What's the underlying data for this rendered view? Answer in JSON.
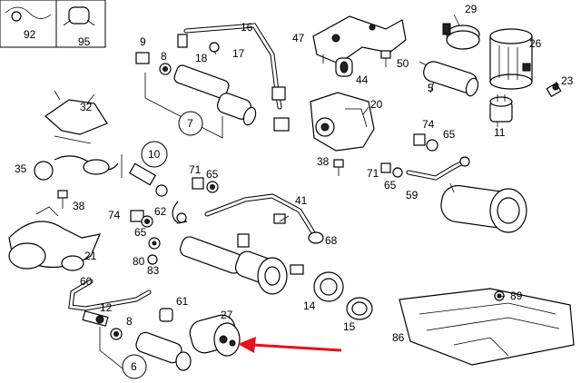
{
  "legend_boxes": [
    {
      "label": "92"
    },
    {
      "label": "95"
    }
  ],
  "callouts": [
    {
      "id": "c29",
      "label": "29"
    },
    {
      "id": "c26",
      "label": "26"
    },
    {
      "id": "c23",
      "label": "23"
    },
    {
      "id": "c5",
      "label": "5"
    },
    {
      "id": "c11",
      "label": "11"
    },
    {
      "id": "c47",
      "label": "47"
    },
    {
      "id": "c44",
      "label": "44"
    },
    {
      "id": "c50",
      "label": "50"
    },
    {
      "id": "c20",
      "label": "20"
    },
    {
      "id": "c16",
      "label": "16"
    },
    {
      "id": "c9",
      "label": "9"
    },
    {
      "id": "c8a",
      "label": "8"
    },
    {
      "id": "c18",
      "label": "18"
    },
    {
      "id": "c17",
      "label": "17"
    },
    {
      "id": "c7",
      "label": "7"
    },
    {
      "id": "c32",
      "label": "32"
    },
    {
      "id": "c35",
      "label": "35"
    },
    {
      "id": "c38a",
      "label": "38"
    },
    {
      "id": "c21",
      "label": "21"
    },
    {
      "id": "c10",
      "label": "10"
    },
    {
      "id": "c71a",
      "label": "71"
    },
    {
      "id": "c65a",
      "label": "65"
    },
    {
      "id": "c74a",
      "label": "74"
    },
    {
      "id": "c62",
      "label": "62"
    },
    {
      "id": "c65b",
      "label": "65"
    },
    {
      "id": "c80",
      "label": "80"
    },
    {
      "id": "c83",
      "label": "83"
    },
    {
      "id": "c41",
      "label": "41"
    },
    {
      "id": "c68",
      "label": "68"
    },
    {
      "id": "c38b",
      "label": "38"
    },
    {
      "id": "c71b",
      "label": "71"
    },
    {
      "id": "c65c",
      "label": "65"
    },
    {
      "id": "c59",
      "label": "59"
    },
    {
      "id": "c74b",
      "label": "74"
    },
    {
      "id": "c65d",
      "label": "65"
    },
    {
      "id": "c60",
      "label": "60"
    },
    {
      "id": "c12",
      "label": "12"
    },
    {
      "id": "c61",
      "label": "61"
    },
    {
      "id": "c8b",
      "label": "8"
    },
    {
      "id": "c6",
      "label": "6"
    },
    {
      "id": "c27",
      "label": "27"
    },
    {
      "id": "c14",
      "label": "14"
    },
    {
      "id": "c15",
      "label": "15"
    },
    {
      "id": "c89",
      "label": "89"
    },
    {
      "id": "c86",
      "label": "86"
    }
  ],
  "highlight_arrow": {
    "color": "#e8101a",
    "points_to": "27"
  }
}
